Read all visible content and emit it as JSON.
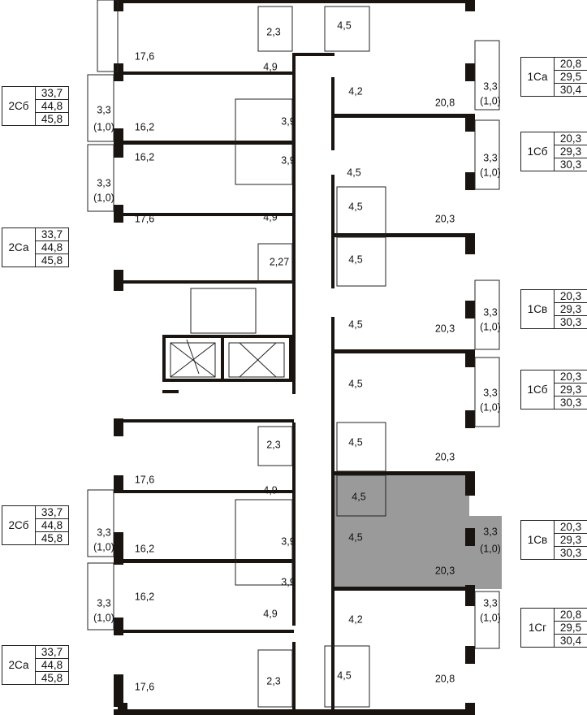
{
  "colors": {
    "wall": "#1a1410",
    "line": "#222222",
    "highlight": "#999999",
    "background": "#ffffff"
  },
  "room_labels": [
    "2,3",
    "4,5",
    "17,6",
    "4,9",
    "4,2",
    "20,8",
    "3,3",
    "(1,0)",
    "3,9",
    "16,2",
    "16,2",
    "3,9",
    "3,3",
    "(1,0)",
    "3,3",
    "(1,0)",
    "4,5",
    "4,5",
    "20,3",
    "3,3",
    "(1,0)",
    "17,6",
    "4,9",
    "4,5",
    "2,27",
    "4,5",
    "20,3",
    "3,3",
    "(1,0)",
    "4,5",
    "3,3",
    "(1,0)",
    "4,5",
    "20,3",
    "2,3",
    "17,6",
    "4,9",
    "4,5",
    "3,3",
    "(1,0)",
    "16,2",
    "3,9",
    "3,9",
    "4,5",
    "20,3",
    "3,3",
    "(1,0)",
    "3,3",
    "(1,0)",
    "16,2",
    "4,9",
    "4,2",
    "3,3",
    "(1,0)",
    "17,6",
    "2,3",
    "4,5",
    "20,8"
  ],
  "apartments": [
    {
      "code": "2Сб",
      "areas": [
        "33,7",
        "44,8",
        "45,8"
      ]
    },
    {
      "code": "2Са",
      "areas": [
        "33,7",
        "44,8",
        "45,8"
      ]
    },
    {
      "code": "2Сб",
      "areas": [
        "33,7",
        "44,8",
        "45,8"
      ]
    },
    {
      "code": "2Са",
      "areas": [
        "33,7",
        "44,8",
        "45,8"
      ]
    },
    {
      "code": "1Са",
      "areas": [
        "20,8",
        "29,5",
        "30,4"
      ]
    },
    {
      "code": "1Сб",
      "areas": [
        "20,3",
        "29,3",
        "30,3"
      ]
    },
    {
      "code": "1Св",
      "areas": [
        "20,3",
        "29,3",
        "30,3"
      ]
    },
    {
      "code": "1Сб",
      "areas": [
        "20,3",
        "29,3",
        "30,3"
      ]
    },
    {
      "code": "1Св",
      "areas": [
        "20,3",
        "29,3",
        "30,3"
      ]
    },
    {
      "code": "1Сг",
      "areas": [
        "20,8",
        "29,5",
        "30,4"
      ]
    }
  ]
}
